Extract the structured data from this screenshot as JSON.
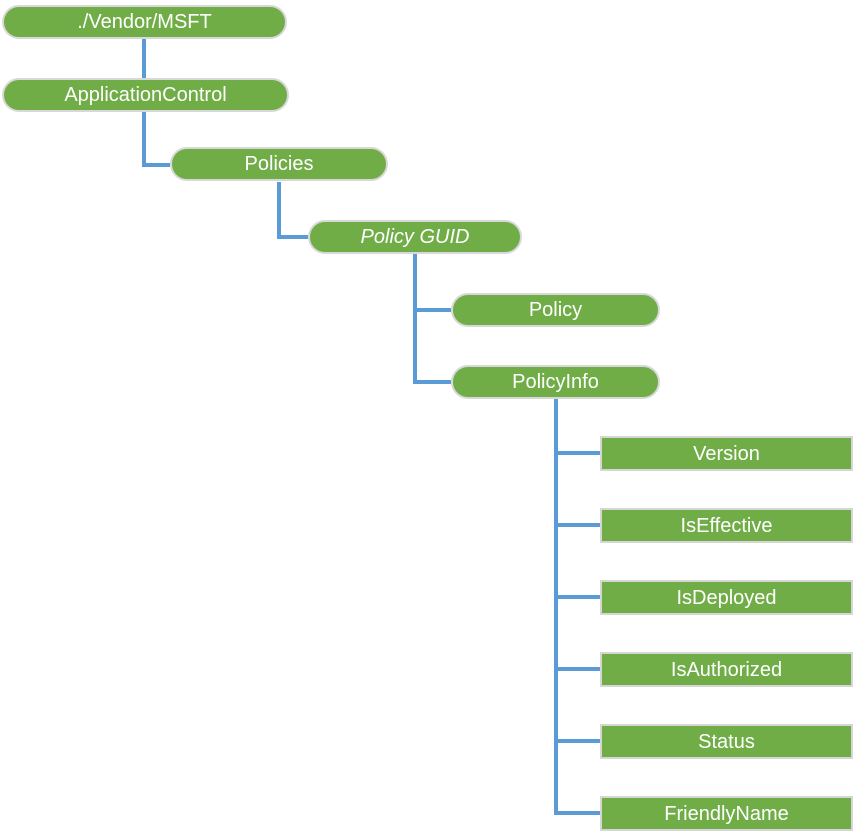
{
  "nodes": {
    "vendor_msft": "./Vendor/MSFT",
    "application_control": "ApplicationControl",
    "policies": "Policies",
    "policy_guid": "Policy GUID",
    "policy": "Policy",
    "policy_info": "PolicyInfo",
    "version": "Version",
    "is_effective": "IsEffective",
    "is_deployed": "IsDeployed",
    "is_authorized": "IsAuthorized",
    "status": "Status",
    "friendly_name": "FriendlyName"
  },
  "tree": {
    "label": "./Vendor/MSFT",
    "children": [
      {
        "label": "ApplicationControl",
        "children": [
          {
            "label": "Policies",
            "children": [
              {
                "label": "Policy GUID",
                "text_style": "italic",
                "children": [
                  {
                    "label": "Policy",
                    "children": []
                  },
                  {
                    "label": "PolicyInfo",
                    "children": [
                      {
                        "label": "Version"
                      },
                      {
                        "label": "IsEffective"
                      },
                      {
                        "label": "IsDeployed"
                      },
                      {
                        "label": "IsAuthorized"
                      },
                      {
                        "label": "Status"
                      },
                      {
                        "label": "FriendlyName"
                      }
                    ]
                  }
                ]
              }
            ]
          }
        ]
      }
    ]
  },
  "colors": {
    "node_fill": "#70AD47",
    "node_text": "#FFFFFF",
    "connector": "#5B9BD5",
    "node_border": "#D6D6D6"
  }
}
